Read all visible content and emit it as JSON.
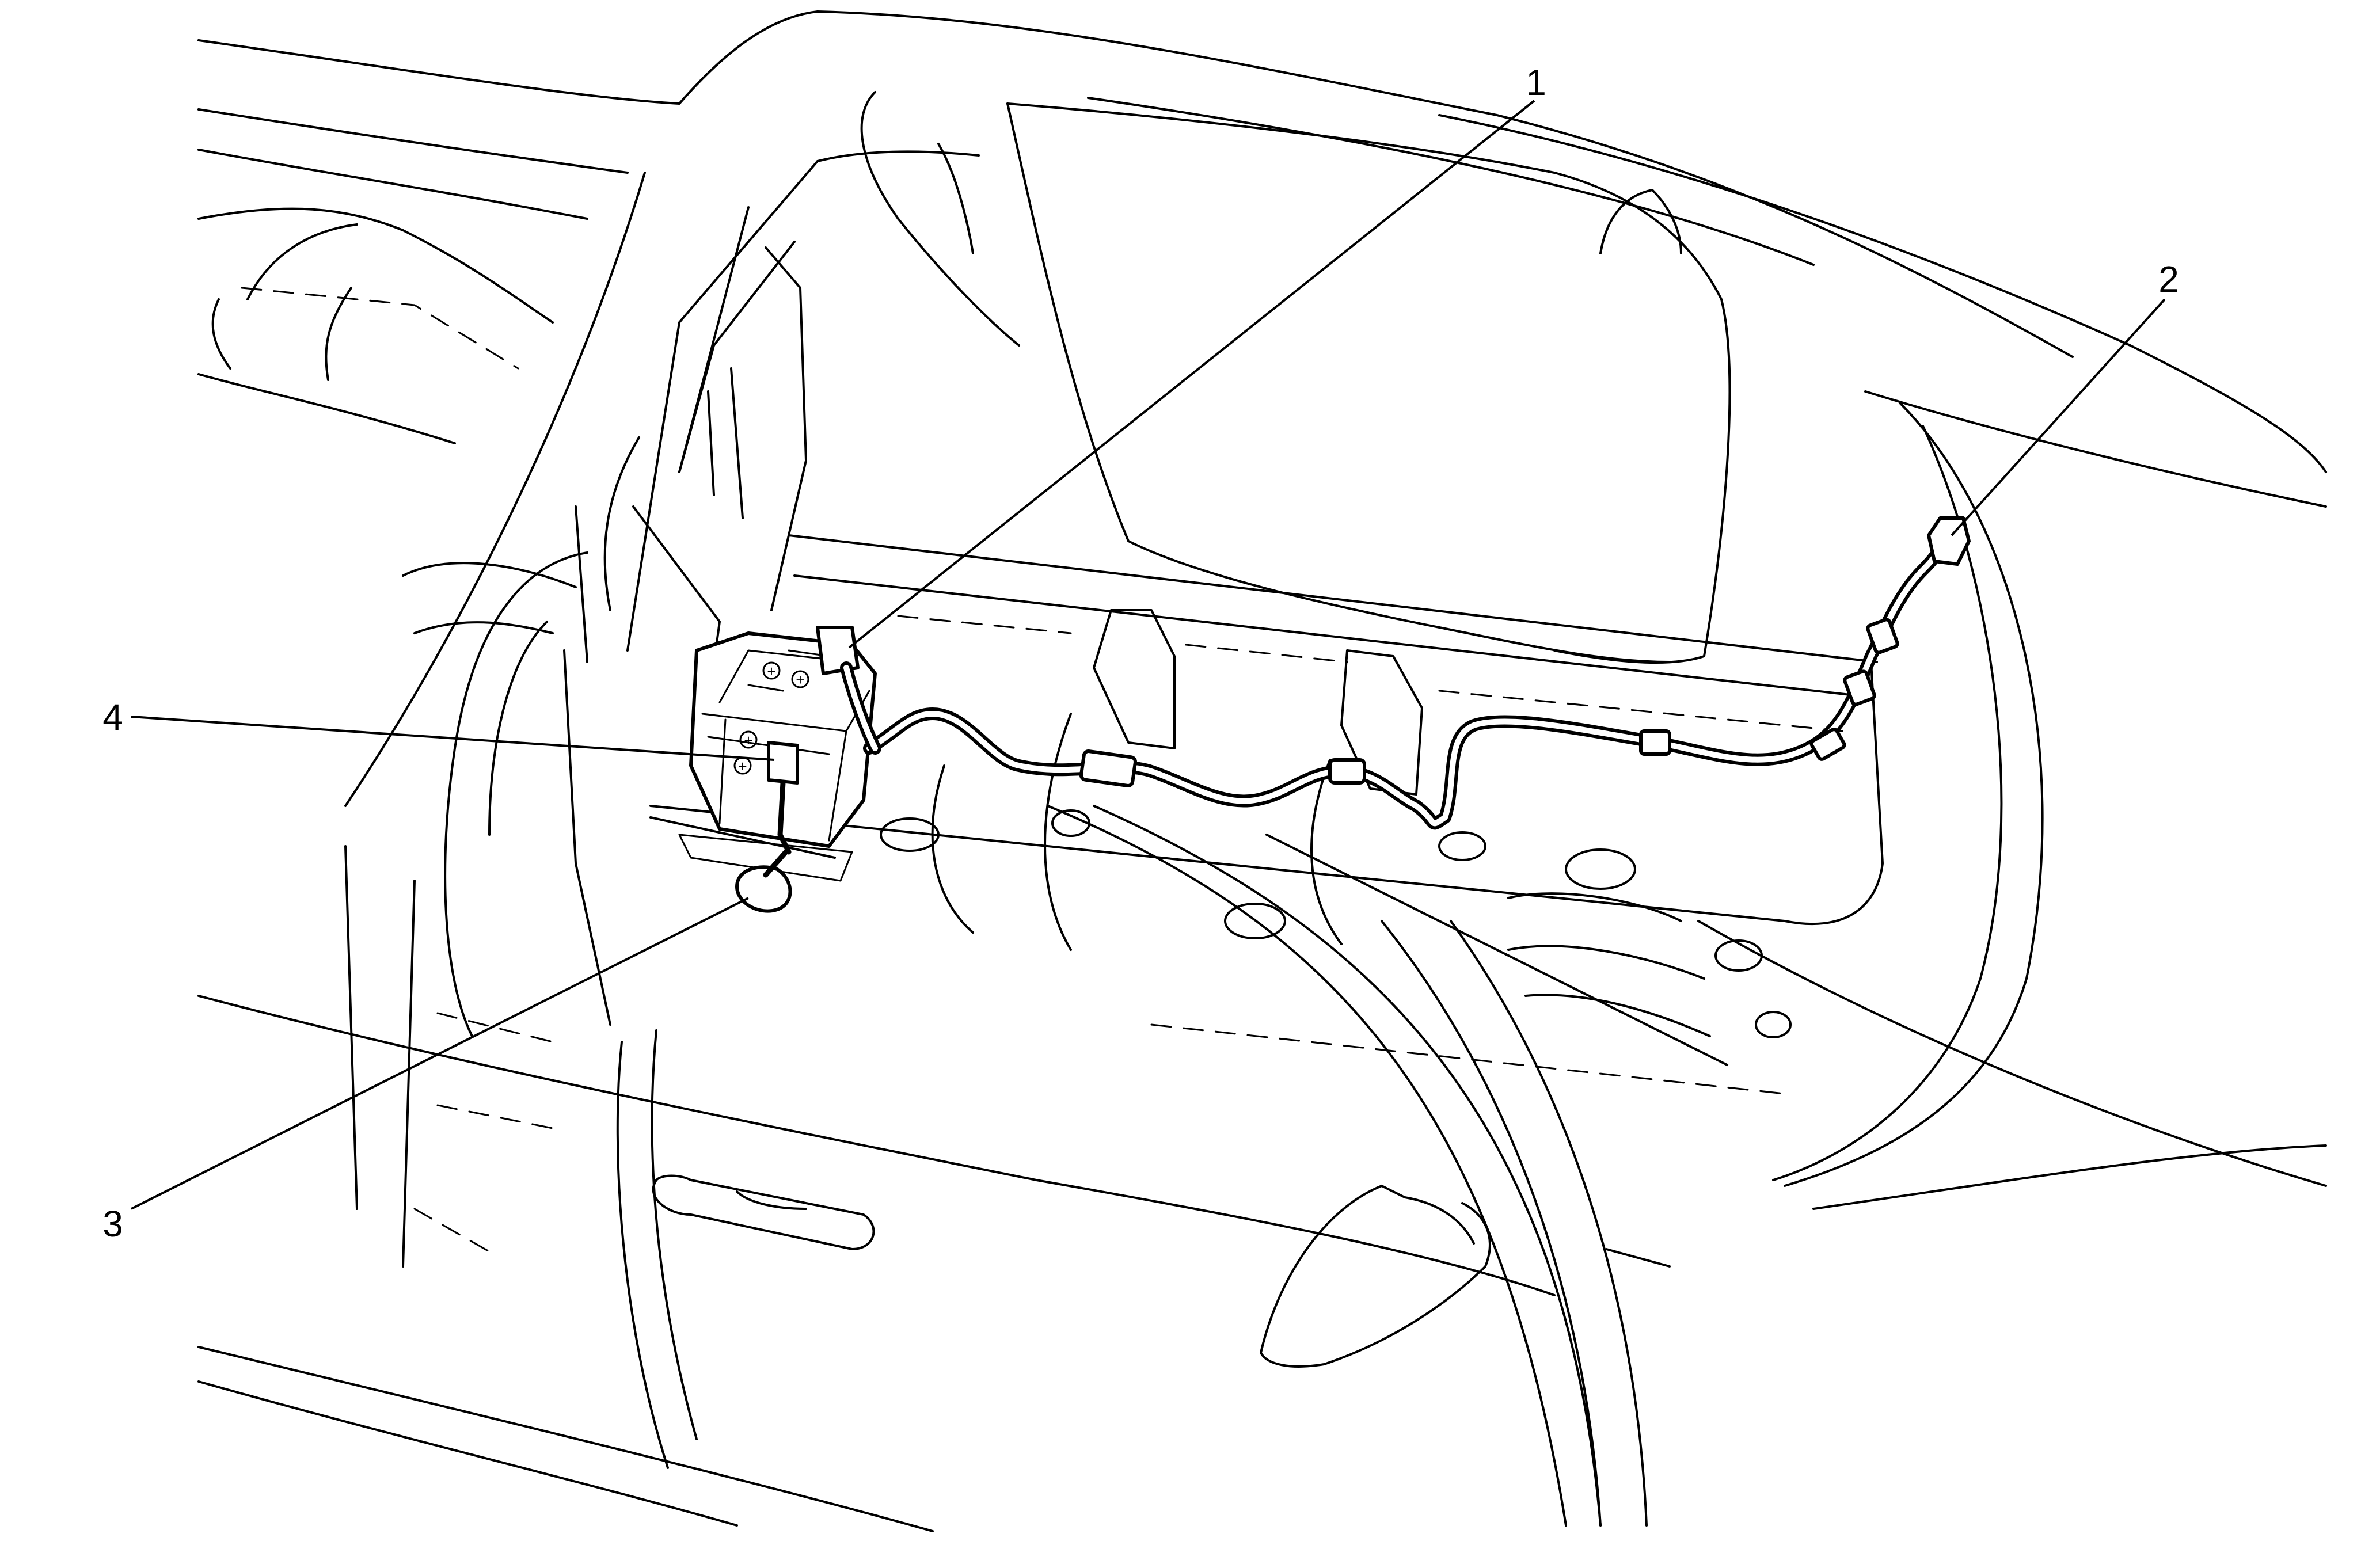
{
  "callouts": [
    {
      "id": "1",
      "label": "1"
    },
    {
      "id": "2",
      "label": "2"
    },
    {
      "id": "3",
      "label": "3"
    },
    {
      "id": "4",
      "label": "4"
    }
  ],
  "battery": {
    "pos_symbol": "+"
  }
}
